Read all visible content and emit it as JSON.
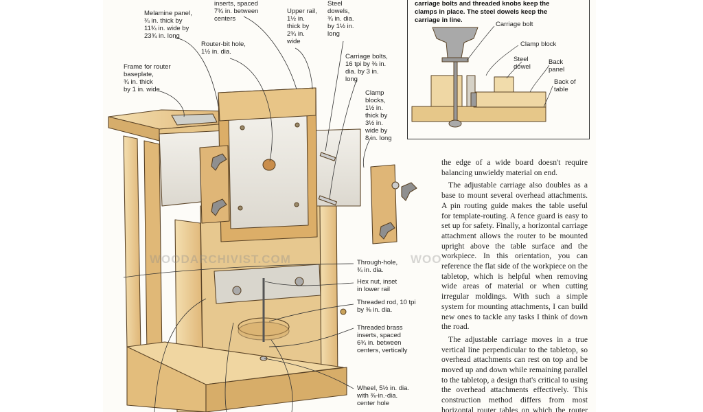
{
  "callouts": {
    "inserts_spaced": "inserts, spaced\n7¾ in. between\ncenters",
    "melamine_panel": "Melamine panel,\n¾ in. thick by\n11¾ in. wide by\n23¾ in. long",
    "upper_rail": "Upper rail,\n1½ in.\nthick by\n2¾ in.\nwide",
    "steel_dowels": "Steel\ndowels,\n¾ in. dia.\nby 1½ in.\nlong",
    "router_bit_hole": "Router-bit hole,\n1½ in. dia.",
    "carriage_bolts": "Carriage bolts,\n16 tpi by ⅜ in.\ndia. by 3 in.\nlong",
    "frame_baseplate": "Frame for router\nbaseplate,\n¾ in. thick\nby 1 in. wide",
    "clamp_blocks": "Clamp\nblocks,\n1½ in.\nthick by\n3½ in.\nwide by\n8 in. long",
    "through_hole": "Through-hole,\n¾ in. dia.",
    "hex_nut": "Hex nut, inset\nin lower rail",
    "threaded_rod": "Threaded rod, 10 tpi\nby ⅜ in. dia.",
    "threaded_inserts": "Threaded brass\ninserts, spaced\n6¾ in. between\ncenters, vertically",
    "wheel": "Wheel, 5½ in. dia.\nwith ⅜-in.-dia.\ncenter hole"
  },
  "inset": {
    "caption": "carriage bolts and threaded knobs keep the\nclamps in place. The steel dowels keep the\ncarriage in line.",
    "labels": {
      "carriage_bolt": "Carriage bolt",
      "clamp_block": "Clamp block",
      "steel_dowel": "Steel\ndowel",
      "back_panel": "Back\npanel",
      "back_of_table": "Back of\ntable"
    }
  },
  "watermark": "WOODARCHIVIST.COM",
  "article": {
    "paragraphs": [
      "the edge of a wide board doesn't require balancing unwieldy material on end.",
      "The adjustable carriage also doubles as a base to mount several overhead attachments. A pin routing guide makes the table useful for template-routing. A fence guard is easy to set up for safety. Finally, a horizontal carriage attachment allows the router to be mounted upright above the table surface and the workpiece. In this orientation, you can reference the flat side of the workpiece on the tabletop, which is helpful when removing wide areas of material or when cutting irregular moldings. With such a simple system for mounting attachments, I can build new ones to tackle any tasks I think of down the road.",
      "The adjustable carriage moves in a true vertical line perpendicular to the tabletop, so overhead attachments can rest on top and be moved up and down while remaining parallel to the tabletop, a design that's critical to using the overhead attachments effectively. This construction method differs from most horizontal router tables on which the router height is adjusted on a"
    ]
  },
  "colors": {
    "wood_light": "#f1d9a6",
    "wood_mid": "#e3be7e",
    "wood_dark": "#b98c4a",
    "melamine": "#ece9e2",
    "outline": "#5a4326"
  }
}
